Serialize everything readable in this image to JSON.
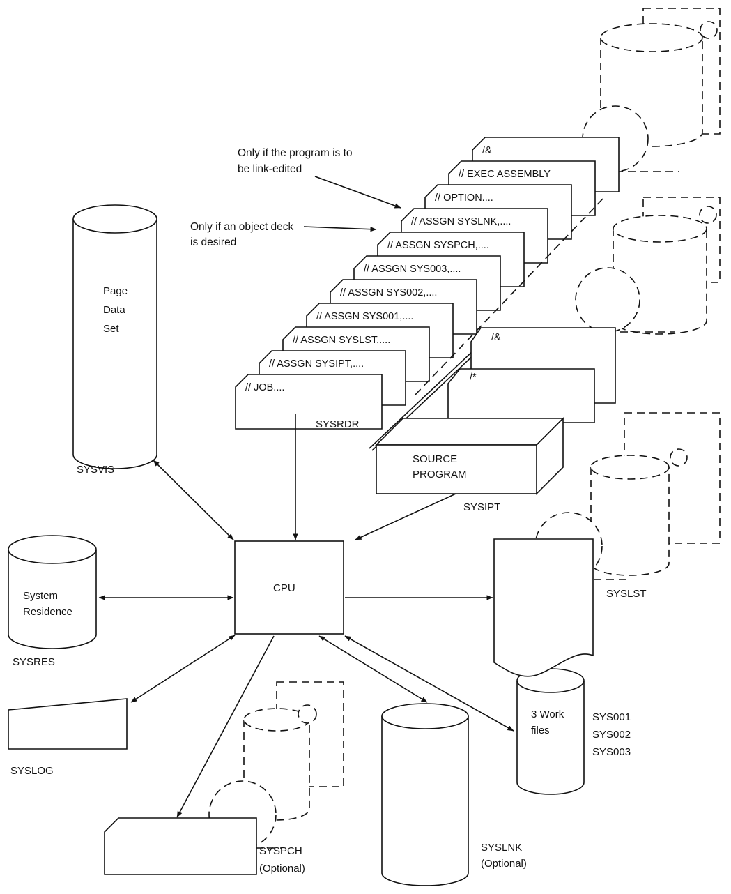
{
  "devices": {
    "sysvis": {
      "text": [
        "Page",
        "Data",
        "Set"
      ],
      "label": "SYSVIS"
    },
    "sysres": {
      "text": [
        "System",
        "Residence"
      ],
      "label": "SYSRES"
    },
    "cpu": {
      "text": "CPU"
    },
    "syslog": {
      "label": "SYSLOG"
    },
    "syspch": {
      "label": "SYSPCH",
      "note": "(Optional)"
    },
    "syslnk": {
      "label": "SYSLNK",
      "note": "(Optional)"
    },
    "workfiles": {
      "text": [
        "3 Work",
        "files"
      ],
      "labels": [
        "SYS001",
        "SYS002",
        "SYS003"
      ]
    },
    "syslst": {
      "label": "SYSLST"
    },
    "sysipt": {
      "text": [
        "SOURCE",
        "PROGRAM"
      ],
      "label": "SYSIPT"
    },
    "sysrdr": {
      "label": "SYSRDR"
    }
  },
  "job_cards": [
    "// JOB....",
    "// ASSGN SYSIPT,....",
    "// ASSGN SYSLST,....",
    "// ASSGN SYS001,....",
    "// ASSGN SYS002,....",
    "// ASSGN SYS003,....",
    "// ASSGN SYSPCH,....",
    "// ASSGN SYSLNK,....",
    "// OPTION....",
    "// EXEC ASSEMBLY",
    "/&"
  ],
  "source_cards": [
    "/*",
    "/&"
  ],
  "notes": {
    "link_edit": [
      "Only if the program is to",
      "be link-edited"
    ],
    "object_deck": [
      "Only if an object deck",
      "is desired"
    ]
  }
}
